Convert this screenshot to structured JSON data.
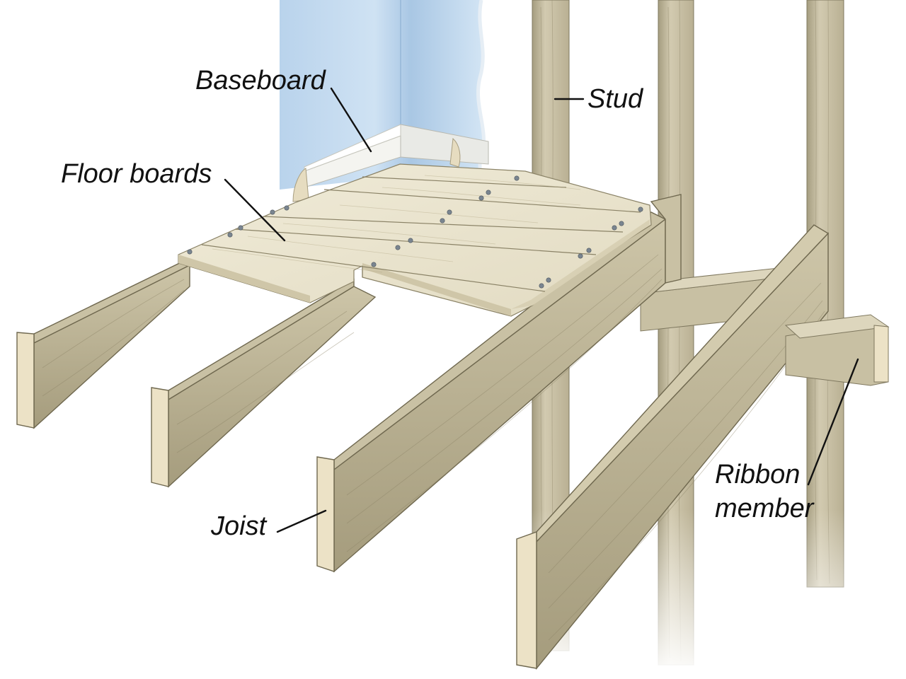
{
  "labels": {
    "baseboard": "Baseboard",
    "stud": "Stud",
    "floor_boards": "Floor boards",
    "joist": "Joist",
    "ribbon_line1": "Ribbon",
    "ribbon_line2": "member"
  },
  "colors": {
    "wall": "#c9def0",
    "wood_top": "#d6cfb6",
    "wood_side": "#b3aa8c",
    "wood_end": "#ece2c6",
    "floor": "#e9e3cd",
    "text": "#111111"
  }
}
